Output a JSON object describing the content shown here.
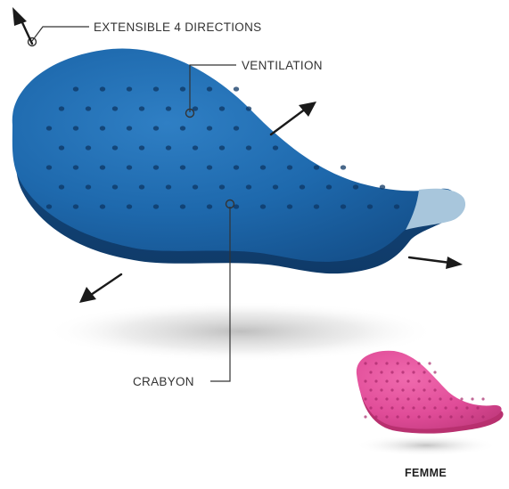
{
  "callouts": {
    "stretch": "EXTENSIBLE 4 DIRECTIONS",
    "ventilation": "VENTILATION",
    "crabyon": "CRABYON"
  },
  "variant_label": "FEMME",
  "colors": {
    "pad_main": "#1e69ad",
    "pad_dark": "#123f72",
    "pad_underside": "#a8c6dc",
    "femme_pad": "#e24f9a",
    "leader_line": "#333333",
    "arrow": "#1a1a1a"
  },
  "icons": [
    "arrow-icon",
    "callout-dot-icon"
  ]
}
